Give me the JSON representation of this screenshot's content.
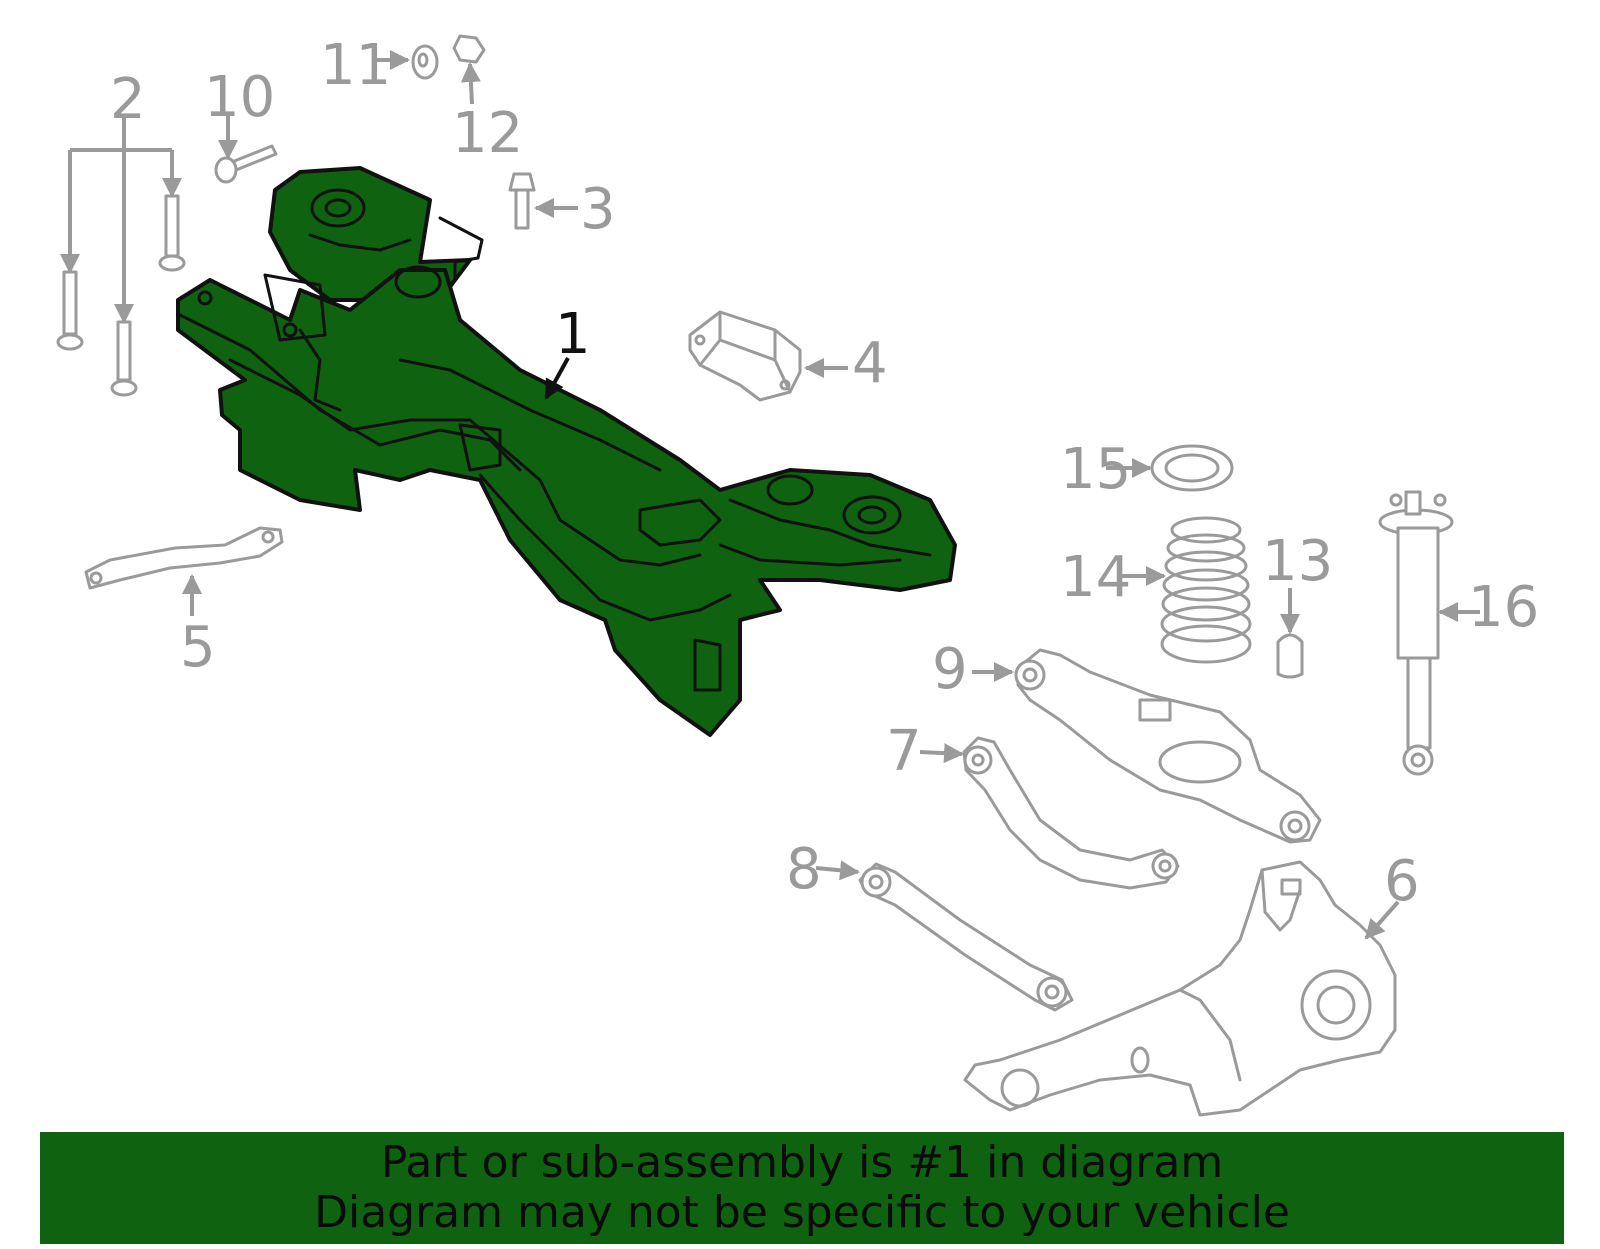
{
  "callouts": {
    "c1": "1",
    "c2": "2",
    "c3": "3",
    "c4": "4",
    "c5": "5",
    "c6": "6",
    "c7": "7",
    "c8": "8",
    "c9": "9",
    "c10": "10",
    "c11": "11",
    "c12": "12",
    "c13": "13",
    "c14": "14",
    "c15": "15",
    "c16": "16"
  },
  "banner": {
    "line1": "Part or sub-assembly is #1 in diagram",
    "line2": "Diagram may not be specific to your vehicle"
  },
  "colors": {
    "highlight": "#0f6210",
    "line_gray": "#9a9a9a",
    "text_dark": "#111111"
  }
}
